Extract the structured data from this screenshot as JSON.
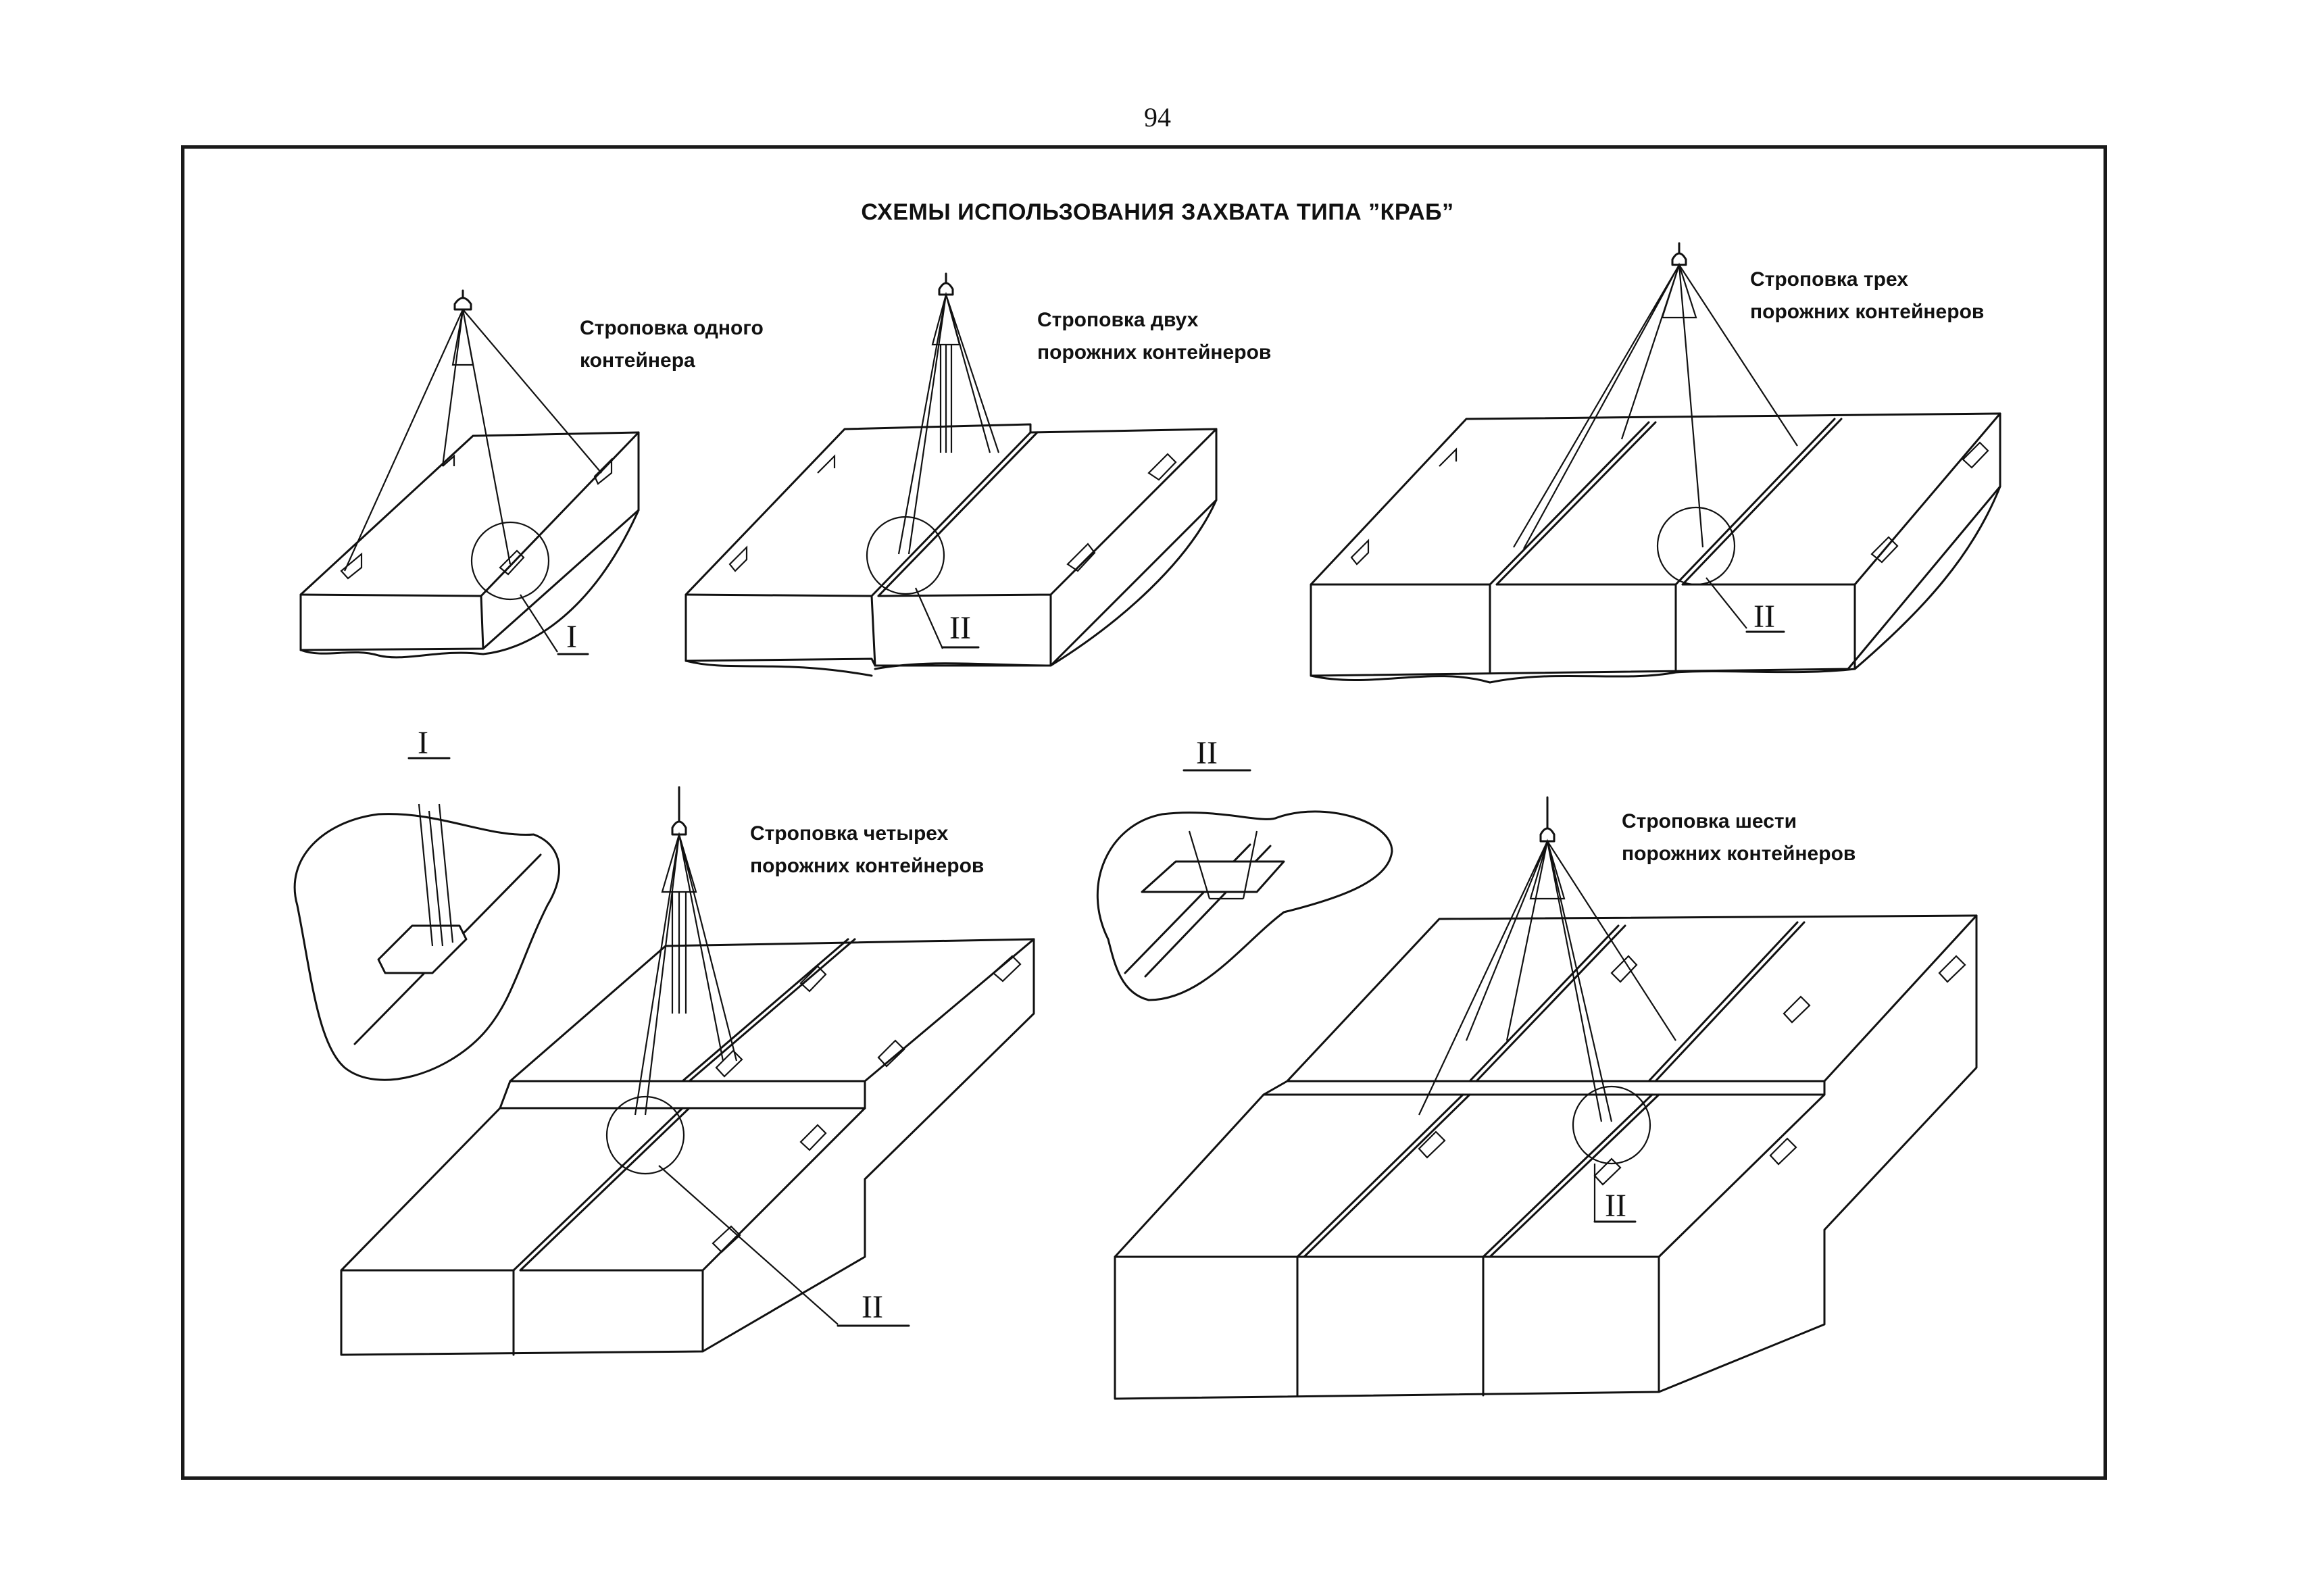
{
  "page_number": "94",
  "title": "СХЕМЫ ИСПОЛЬЗОВАНИЯ ЗАХВАТА ТИПА ”КРАБ”",
  "captions": {
    "one": [
      "Строповка одного",
      "контейнера"
    ],
    "two": [
      "Строповка двух",
      "порожних контейнеров"
    ],
    "three": [
      "Строповка трех",
      "порожних контейнеров"
    ],
    "four": [
      "Строповка  четырех",
      "порожних контейнеров"
    ],
    "six": [
      "Строповка шести",
      "порожних контейнеров"
    ]
  },
  "detail_labels": {
    "detail_1": "I",
    "detail_2": "II"
  }
}
